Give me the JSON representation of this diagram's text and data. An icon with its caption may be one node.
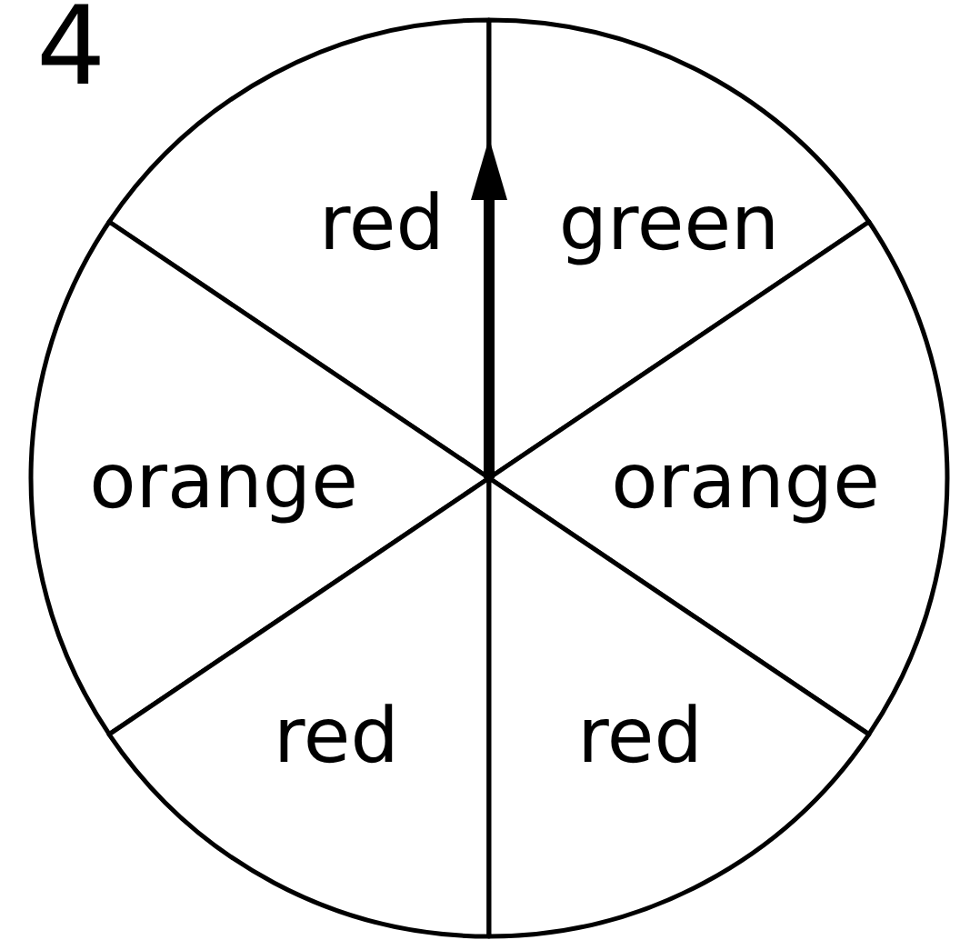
{
  "diagram": {
    "nodes": [
      {
        "text": [
          "red"
        ]
      },
      {
        "text": [
          "green"
        ]
      },
      {
        "text": [
          "orange"
        ]
      },
      {
        "text": [
          "orange"
        ]
      },
      {
        "text": [
          "red"
        ]
      },
      {
        "text": [
          "red"
        ]
      }
    ],
    "labels": [
      "4"
    ]
  }
}
